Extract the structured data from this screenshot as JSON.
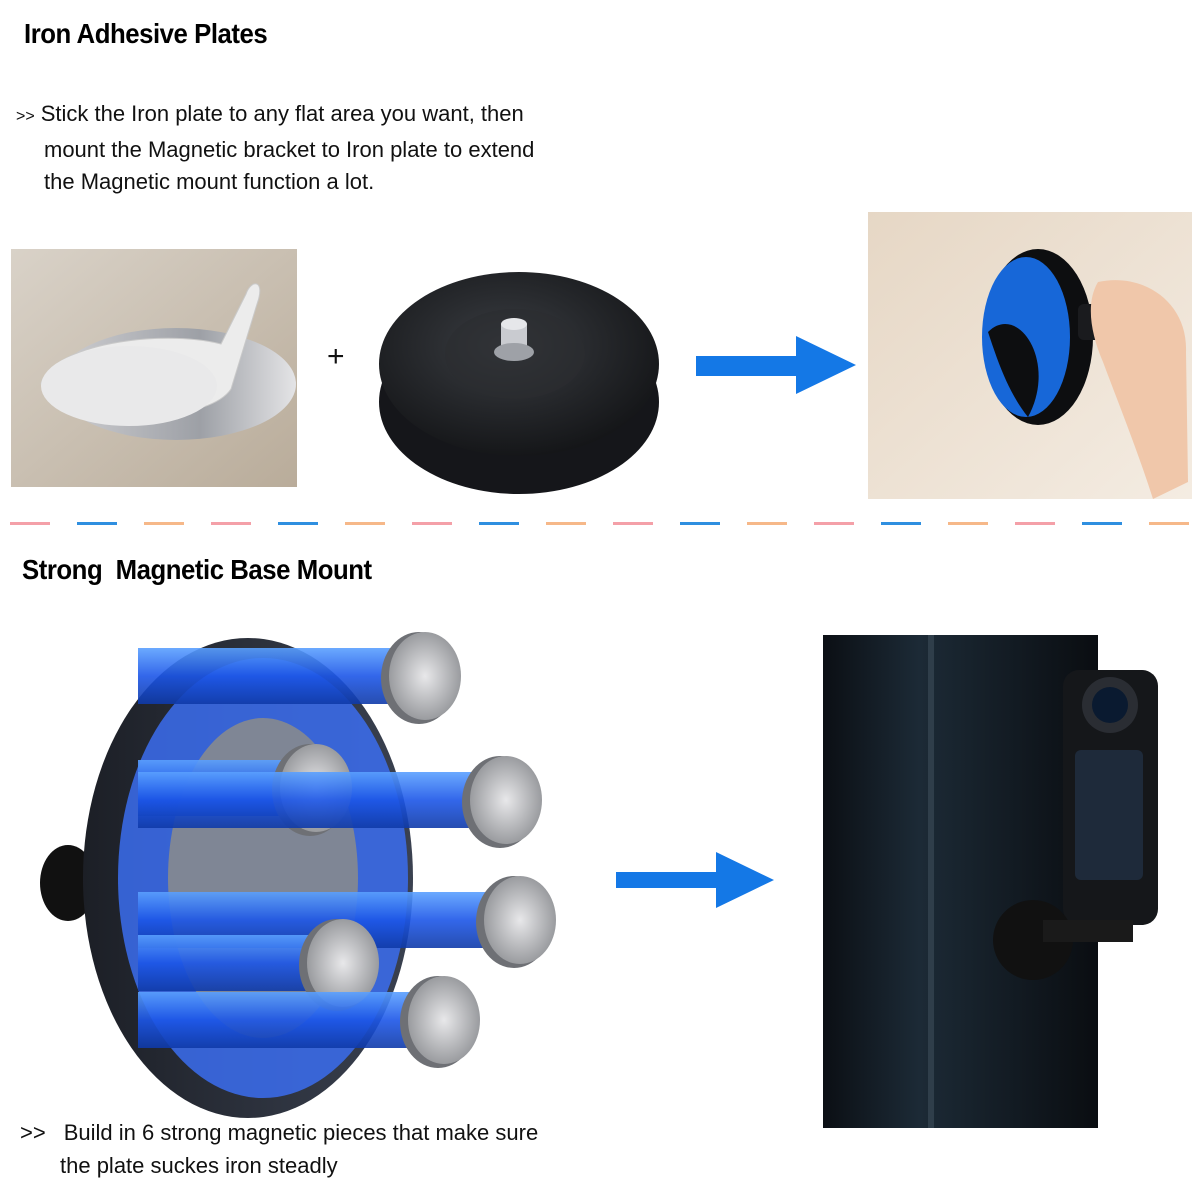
{
  "section1": {
    "heading": "Iron Adhesive Plates",
    "marker": ">>",
    "lines": [
      "Stick the Iron plate to any flat area you want, then",
      "mount the Magnetic bracket to Iron plate to extend",
      "the Magnetic mount function a lot."
    ],
    "plus": "+"
  },
  "section2": {
    "heading": "Strong  Magnetic Base Mount",
    "marker": ">>",
    "lines": [
      "Build in 6 strong magnetic pieces that make sure",
      "the plate suckes iron steadly"
    ]
  },
  "colors": {
    "arrow": "#1478e6",
    "divider": [
      "#f4a0a8",
      "#2f8fe0",
      "#f6b889"
    ]
  }
}
